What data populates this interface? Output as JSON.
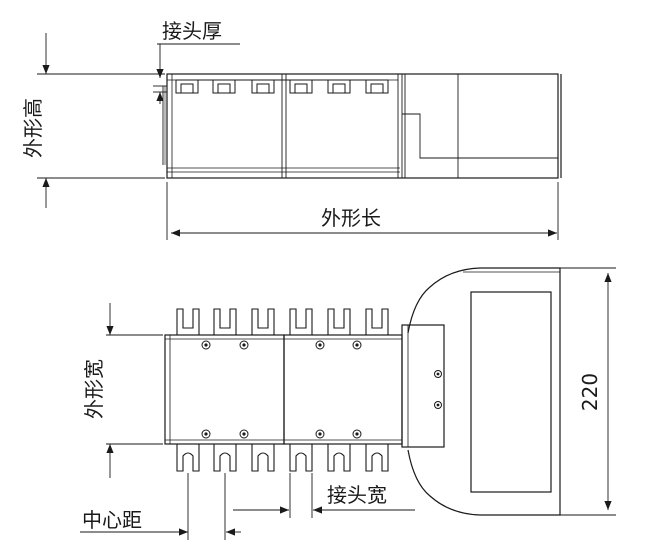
{
  "labels": {
    "joint_thickness": "接头厚",
    "outer_height": "外形高",
    "outer_length": "外形长",
    "outer_width": "外形宽",
    "height_220": "220",
    "center_distance": "中心距",
    "joint_width": "接头宽"
  },
  "colors": {
    "line": "#1a1a1a",
    "background": "#ffffff"
  }
}
